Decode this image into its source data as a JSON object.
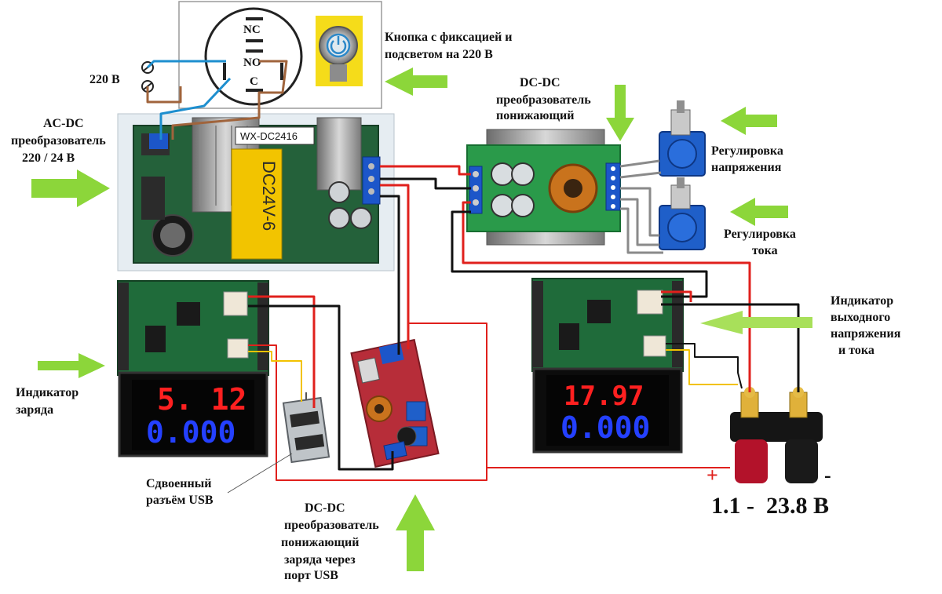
{
  "colors": {
    "pcb_green": "#1f6b3a",
    "wire_red": "#e0201c",
    "wire_black": "#111111",
    "wire_blue": "#1e8fcf",
    "wire_brown": "#a0643c",
    "wire_yellow": "#f2c200",
    "arrow_green": "#8cd63a",
    "display_red": "#ff2020",
    "display_blue": "#2440ff",
    "pot_blue": "#1f5fc9"
  },
  "switch": {
    "nc": "NC",
    "no": "NO",
    "c": "C"
  },
  "psu": {
    "brand": "WX-DC2416",
    "transformer": "DC24V-6"
  },
  "labels": {
    "button_line1": "Кнопка с фиксацией и",
    "button_line2": "подсветом на 220 В",
    "mains": "220 В",
    "acdc_line1": "AC-DC",
    "acdc_line2": "преобразователь",
    "acdc_line3": "220 / 24 В",
    "dcdc_top_line1": "DC-DC",
    "dcdc_top_line2": "преобразователь",
    "dcdc_top_line3": "понижающий",
    "voltage_adj_line1": "Регулировка",
    "voltage_adj_line2": "напряжения",
    "current_adj_line1": "Регулировка",
    "current_adj_line2": "тока",
    "charge_ind_line1": "Индикатор",
    "charge_ind_line2": "заряда",
    "usb_line1": "Сдвоенный",
    "usb_line2": "разъём USB",
    "dcdc_usb_line1": "DC-DC",
    "dcdc_usb_line2": "преобразователь",
    "dcdc_usb_line3": "понижающий",
    "dcdc_usb_line4": "заряда через",
    "dcdc_usb_line5": "порт USB",
    "out_ind_line1": "Индикатор",
    "out_ind_line2": "выходного",
    "out_ind_line3": "напряжения",
    "out_ind_line4": "и тока",
    "plus": "+",
    "minus": "-",
    "voltage_range": "1.1 -  23.8 В"
  },
  "displays": {
    "charge_voltage": "5. 12",
    "charge_current": "0.000",
    "out_voltage": "17.97",
    "out_current": "0.000"
  }
}
